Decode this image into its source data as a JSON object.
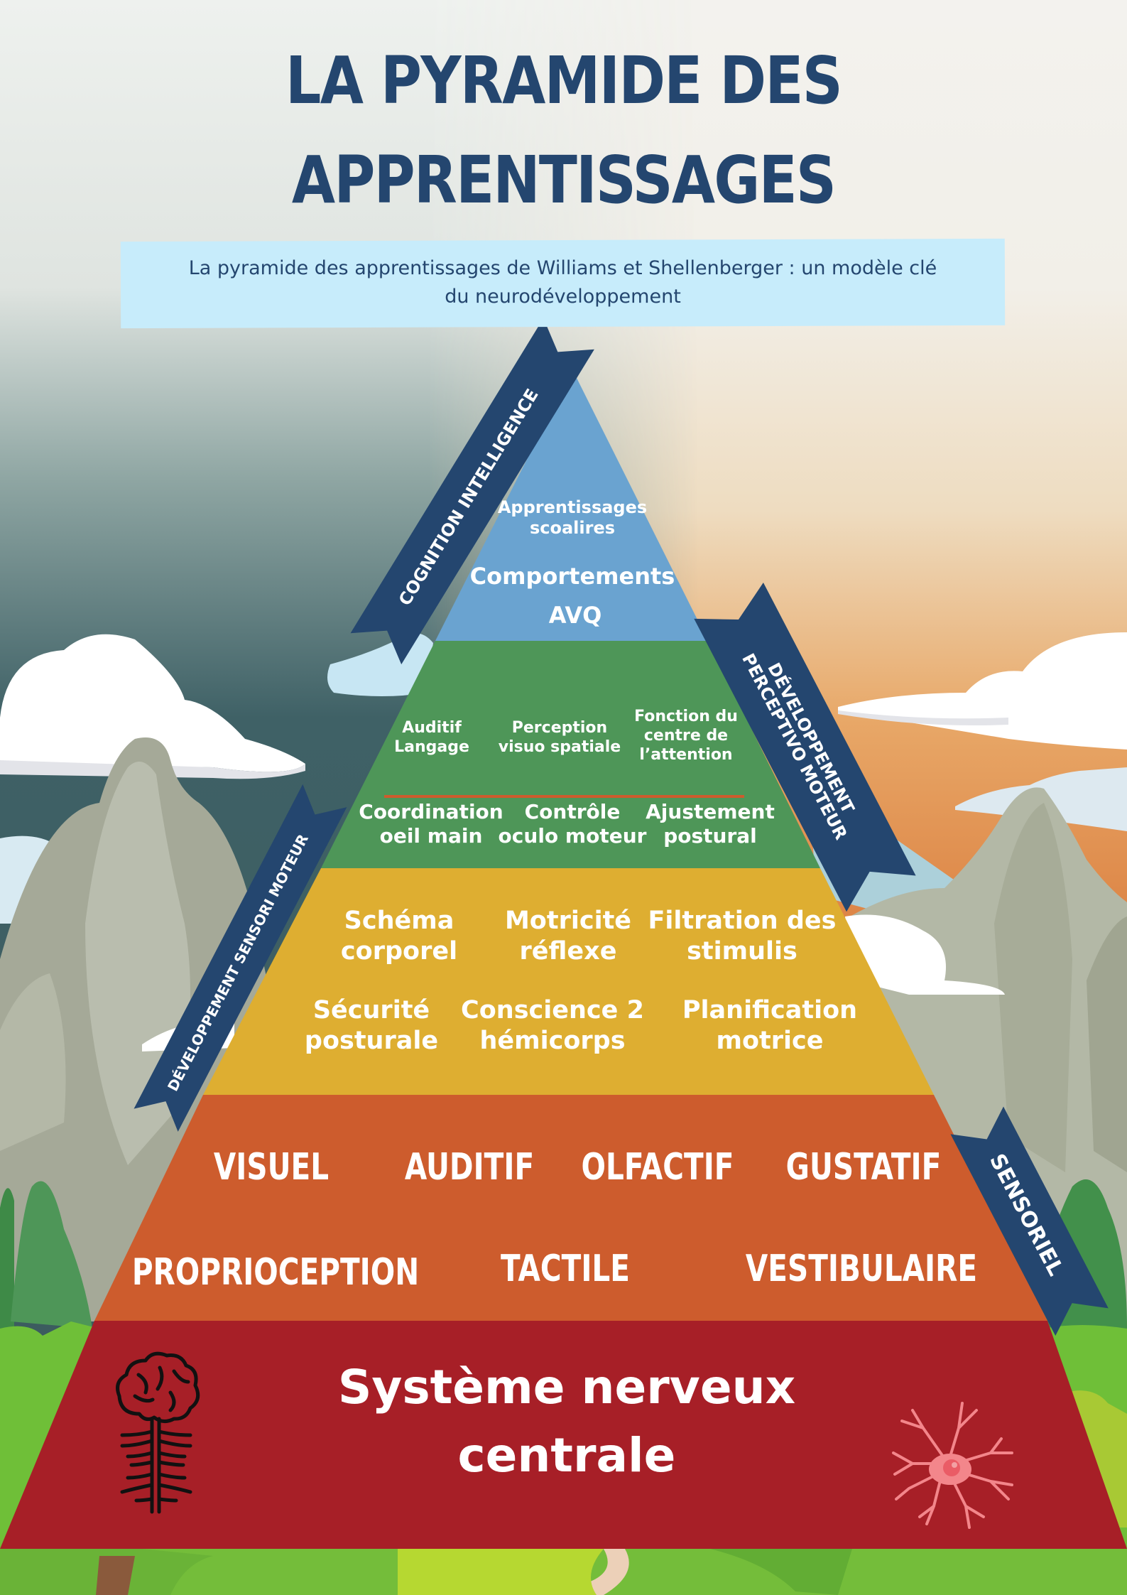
{
  "header": {
    "title_line1": "LA PYRAMIDE DES",
    "title_line2": "APPRENTISSAGES",
    "subtitle_line1": "La pyramide des apprentissages de Williams et Shellenberger : un modèle clé",
    "subtitle_line2": "du neurodéveloppement"
  },
  "pyramid": {
    "level_cognition": {
      "color": "#6aa3d0",
      "items": [
        "Apprentissages",
        "scoalires",
        "Comportements",
        "AVQ"
      ]
    },
    "level_perceptivo": {
      "color": "#4e9658",
      "divider_color": "#cd5c2d",
      "top_row": [
        {
          "line1": "Auditif",
          "line2": "Langage"
        },
        {
          "line1": "Perception",
          "line2": "visuo spatiale"
        },
        {
          "line1": "Fonction du",
          "line2": "centre de",
          "line3": "l’attention"
        }
      ],
      "bottom_row": [
        {
          "line1": "Coordination",
          "line2": "oeil main"
        },
        {
          "line1": "Contrôle",
          "line2": "oculo moteur"
        },
        {
          "line1": "Ajustement",
          "line2": "postural"
        }
      ]
    },
    "level_sensorimoteur": {
      "color": "#deae31",
      "top_row": [
        {
          "line1": "Schéma",
          "line2": "corporel"
        },
        {
          "line1": "Motricité",
          "line2": "réflexe"
        },
        {
          "line1": "Filtration des",
          "line2": "stimulis"
        }
      ],
      "bottom_row": [
        {
          "line1": "Sécurité",
          "line2": "posturale"
        },
        {
          "line1": "Conscience 2",
          "line2": "hémicorps"
        },
        {
          "line1": "Planification",
          "line2": "motrice"
        }
      ]
    },
    "level_sensoriel": {
      "color": "#cd5c2d",
      "top_row": [
        "VISUEL",
        "AUDITIF",
        "OLFACTIF",
        "GUSTATIF"
      ],
      "bottom_row": [
        "PROPRIOCEPTION",
        "TACTILE",
        "VESTIBULAIRE"
      ]
    },
    "level_snc": {
      "color": "#a71f27",
      "line1": "Système nerveux",
      "line2": "centrale",
      "left_icon": "brain-spinal-cord-icon",
      "right_icon": "neuron-icon"
    }
  },
  "ribbons": {
    "color": "#24466f",
    "cognition": "COGNITION INTELLIGENCE",
    "perceptivo_line1": "DÉVELOPPEMENT",
    "perceptivo_line2": "PERCEPTIVO MOTEUR",
    "sensorimoteur": "DÉVELOPPEMENT SENSORI MOTEUR",
    "sensoriel": "SENSORIEL"
  }
}
